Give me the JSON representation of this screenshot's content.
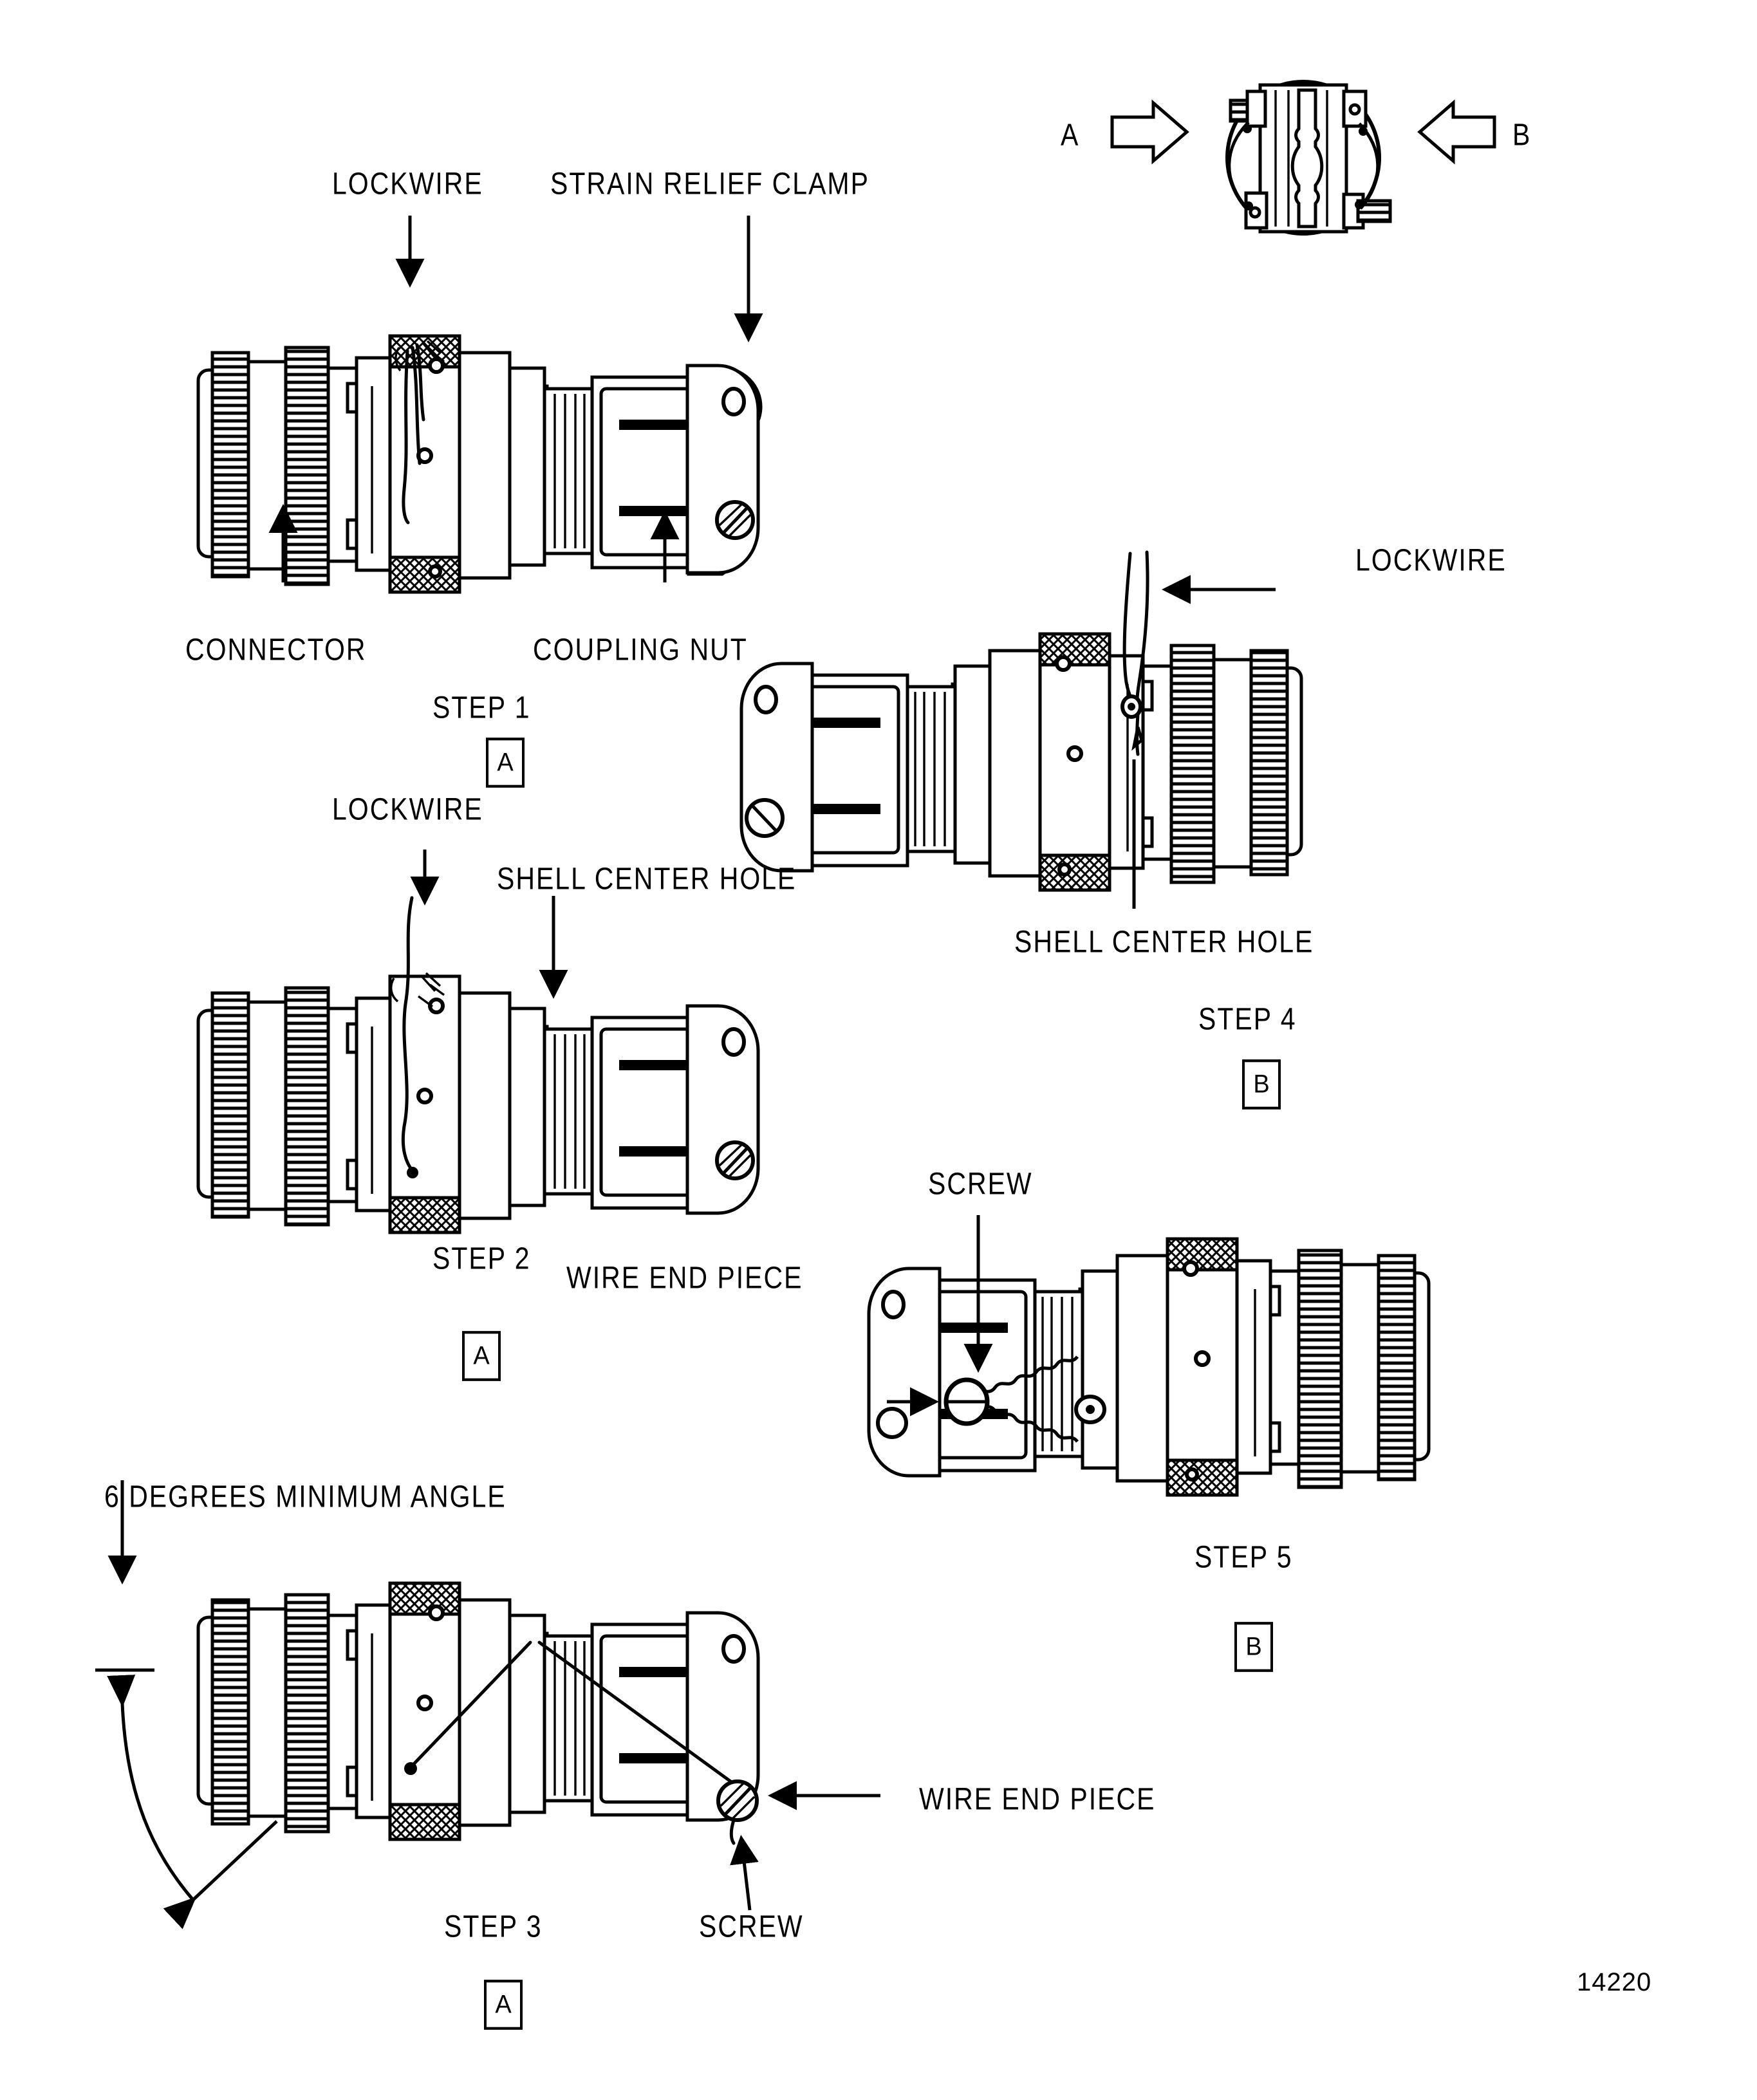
{
  "figure": {
    "number": "14220",
    "title_labels": {
      "lockwire": "LOCKWIRE",
      "strain_relief_clamp": "STRAIN RELIEF CLAMP",
      "connector": "CONNECTOR",
      "coupling_nut": "COUPLING NUT",
      "shell_center_hole": "SHELL CENTER HOLE",
      "wire_end_piece": "WIRE END PIECE",
      "screw": "SCREW",
      "minimum_angle": "6 DEGREES MINIMUM ANGLE",
      "view_a": "A",
      "view_b": "B"
    }
  },
  "key_view": {
    "arrow_a_label": "A",
    "arrow_b_label": "B"
  },
  "steps": [
    {
      "id": "step1",
      "caption": "STEP 1",
      "view_tag": "A",
      "callouts": [
        "LOCKWIRE",
        "STRAIN RELIEF CLAMP",
        "CONNECTOR",
        "COUPLING NUT"
      ]
    },
    {
      "id": "step2",
      "caption": "STEP 2",
      "view_tag": "A",
      "callouts": [
        "LOCKWIRE",
        "SHELL CENTER HOLE"
      ]
    },
    {
      "id": "step3",
      "caption": "STEP 3",
      "view_tag": "A",
      "callouts": [
        "6 DEGREES MINIMUM ANGLE",
        "WIRE END PIECE",
        "SCREW"
      ]
    },
    {
      "id": "step4",
      "caption": "STEP 4",
      "view_tag": "B",
      "callouts": [
        "LOCKWIRE",
        "SHELL CENTER HOLE"
      ]
    },
    {
      "id": "step5",
      "caption": "STEP 5",
      "view_tag": "B",
      "callouts": [
        "SCREW",
        "WIRE END PIECE"
      ]
    }
  ],
  "labels": {
    "s1_lockwire": "LOCKWIRE",
    "s1_strain_relief_clamp": "STRAIN RELIEF CLAMP",
    "s1_connector": "CONNECTOR",
    "s1_coupling_nut": "COUPLING NUT",
    "s1_step": "STEP 1",
    "s1_tag": "A",
    "s2_lockwire": "LOCKWIRE",
    "s2_shell_center_hole": "SHELL CENTER HOLE",
    "s2_step": "STEP 2",
    "s2_tag": "A",
    "s3_angle": "6 DEGREES MINIMUM ANGLE",
    "s3_wire_end_piece": "WIRE END PIECE",
    "s3_step": "STEP 3",
    "s3_screw": "SCREW",
    "s3_tag": "A",
    "s4_lockwire": "LOCKWIRE",
    "s4_shell_center_hole": "SHELL CENTER HOLE",
    "s4_step": "STEP 4",
    "s4_tag": "B",
    "s5_screw": "SCREW",
    "s5_wire_end_piece": "WIRE END PIECE",
    "s5_step": "STEP 5",
    "s5_tag": "B",
    "key_a": "A",
    "key_b": "B",
    "fig_number": "14220"
  }
}
